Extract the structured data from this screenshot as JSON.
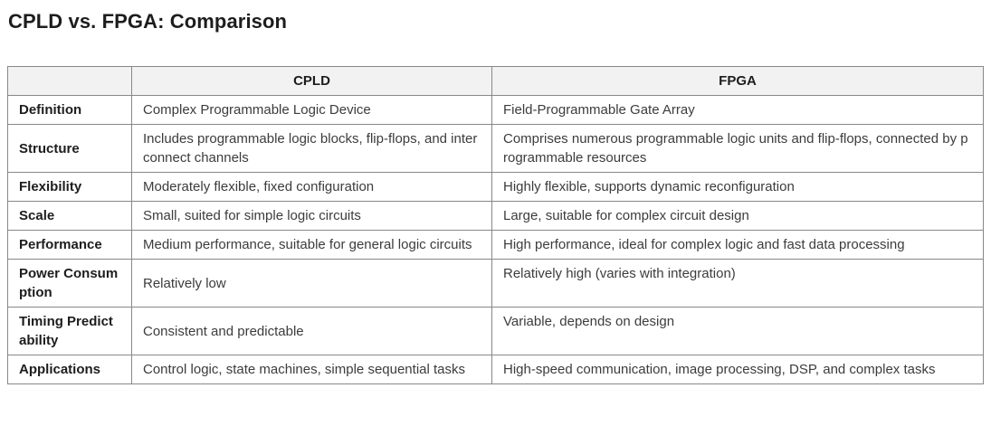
{
  "page": {
    "title": "CPLD vs. FPGA: Comparison"
  },
  "colors": {
    "header_bg": "#f2f2f2",
    "border": "#888888",
    "heading_text": "#1d1d1d",
    "body_text": "#3c3c3c",
    "page_bg": "#ffffff"
  },
  "table": {
    "corner_label": "",
    "columns": [
      "CPLD",
      "FPGA"
    ],
    "rows": [
      {
        "label": "Definition",
        "cpld": "Complex Programmable Logic Device",
        "fpga": "Field-Programmable Gate Array"
      },
      {
        "label": "Structure",
        "cpld": "Includes programmable logic blocks, flip-flops, and interconnect channels",
        "fpga": "Comprises numerous programmable logic units and flip-flops, connected by programmable resources"
      },
      {
        "label": "Flexibility",
        "cpld": "Moderately flexible, fixed configuration",
        "fpga": "Highly flexible, supports dynamic reconfiguration"
      },
      {
        "label": "Scale",
        "cpld": "Small, suited for simple logic circuits",
        "fpga": "Large, suitable for complex circuit design"
      },
      {
        "label": "Performance",
        "cpld": "Medium performance, suitable for general logic circuits",
        "fpga": "High performance, ideal for complex logic and fast data processing"
      },
      {
        "label": "Power Consumption",
        "cpld": "Relatively low",
        "fpga": "Relatively high (varies with integration)"
      },
      {
        "label": "Timing Predictability",
        "cpld": "Consistent and predictable",
        "fpga": "Variable, depends on design"
      },
      {
        "label": "Applications",
        "cpld": "Control logic, state machines, simple sequential tasks",
        "fpga": "High-speed communication, image processing, DSP, and complex tasks"
      }
    ]
  }
}
